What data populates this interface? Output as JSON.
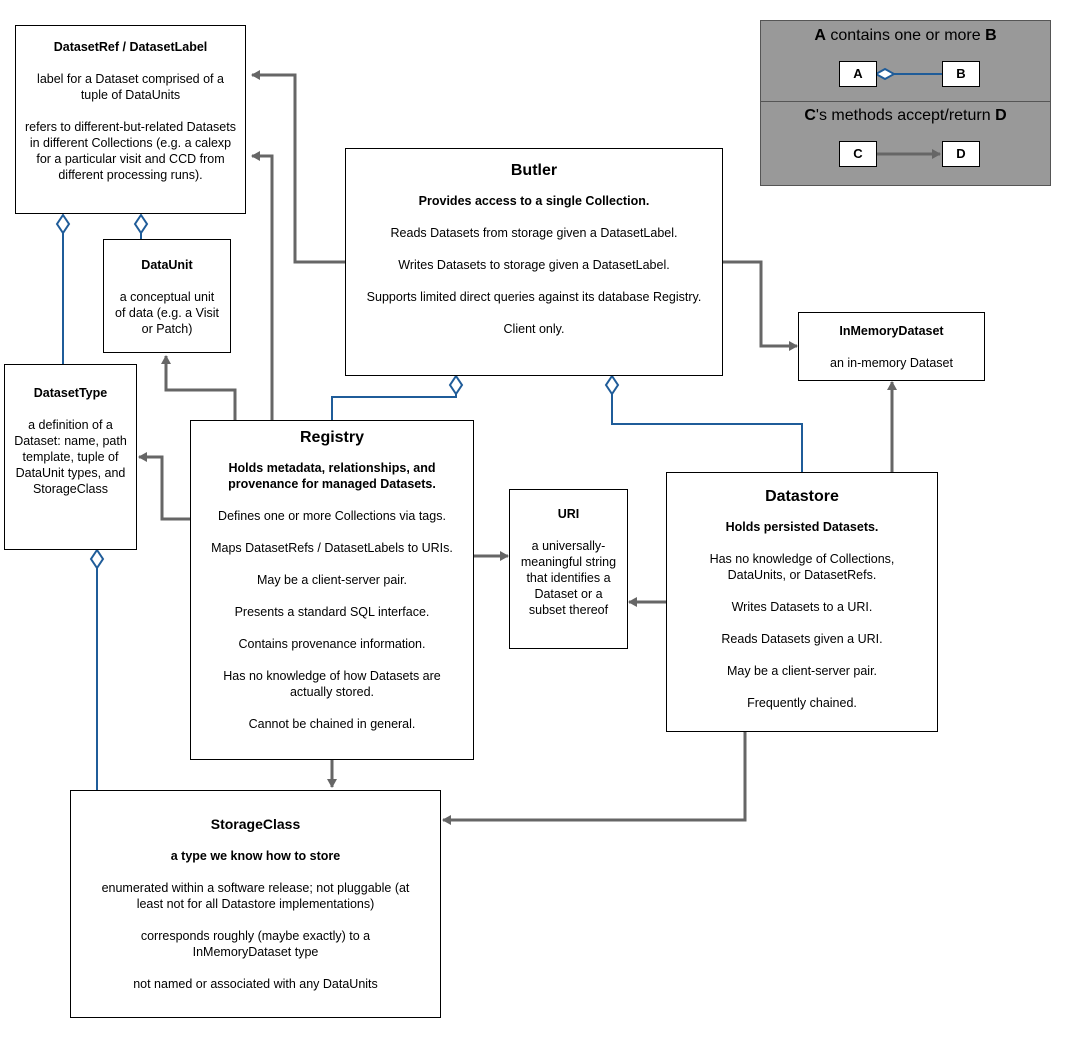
{
  "legend": {
    "contains": {
      "a": "A",
      "b": "B",
      "text": "contains one or more"
    },
    "methods": {
      "c": "C",
      "d": "D",
      "text": "'s methods accept/return"
    }
  },
  "dataset_ref": {
    "title": "DatasetRef / DatasetLabel",
    "lines": [
      "label for a Dataset comprised of a tuple of DataUnits",
      "refers to different-but-related Datasets in different Collections (e.g. a calexp for a particular visit and CCD from different processing runs)."
    ]
  },
  "data_unit": {
    "title": "DataUnit",
    "lines": [
      "a conceptual unit of data (e.g. a Visit or Patch)"
    ]
  },
  "dataset_type": {
    "title": "DatasetType",
    "lines": [
      "a definition of a Dataset: name, path template, tuple of DataUnit types, and StorageClass"
    ]
  },
  "butler": {
    "title": "Butler",
    "subtitle": "Provides access to a single Collection.",
    "lines": [
      "Reads Datasets from storage given a DatasetLabel.",
      "Writes Datasets to storage given a DatasetLabel.",
      "Supports limited direct queries against its database Registry.",
      "Client only."
    ]
  },
  "in_memory_dataset": {
    "title": "InMemoryDataset",
    "lines": [
      "an in-memory Dataset"
    ]
  },
  "registry": {
    "title": "Registry",
    "subtitle": "Holds metadata, relationships, and provenance for managed Datasets.",
    "lines": [
      "Defines one or more Collections via tags.",
      "Maps DatasetRefs / DatasetLabels to URIs.",
      "May be a client-server pair.",
      "Presents a standard SQL interface.",
      "Contains provenance information.",
      "Has no knowledge of how Datasets are actually stored.",
      "Cannot be chained in general."
    ]
  },
  "uri": {
    "title": "URI",
    "lines": [
      "a universally-meaningful string that identifies a Dataset or a subset thereof"
    ]
  },
  "datastore": {
    "title": "Datastore",
    "subtitle": "Holds persisted Datasets.",
    "lines": [
      "Has no knowledge of Collections, DataUnits, or DatasetRefs.",
      "Writes Datasets to a URI.",
      "Reads Datasets given a URI.",
      "May be a client-server pair.",
      "Frequently chained."
    ]
  },
  "storage_class": {
    "title": "StorageClass",
    "subtitle": "a type we know how to store",
    "lines": [
      "enumerated within a software release; not pluggable (at least not for all Datastore implementations)",
      "corresponds roughly (maybe exactly) to a InMemoryDataset type",
      "not named or associated with any DataUnits"
    ]
  },
  "colors": {
    "containment": "#1f5c99",
    "usage": "#666666",
    "legend_bg": "#999999"
  }
}
